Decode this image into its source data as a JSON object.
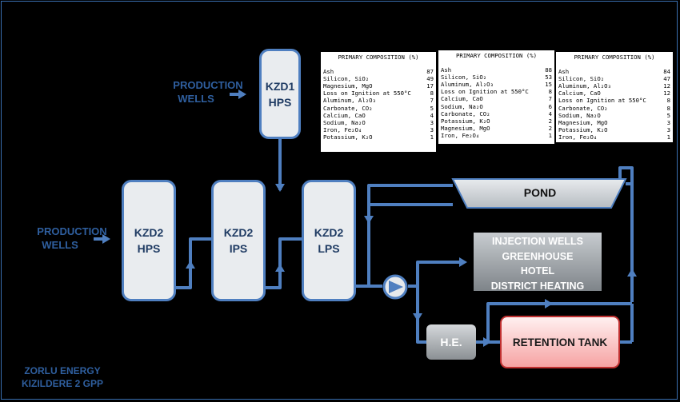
{
  "production_wells_top": {
    "line1": "PRODUCTION",
    "line2": "WELLS"
  },
  "production_wells_left": {
    "line1": "PRODUCTION",
    "line2": "WELLS"
  },
  "kzd1_hps": {
    "line1": "KZD1",
    "line2": "HPS"
  },
  "kzd2_hps": {
    "line1": "KZD2",
    "line2": "HPS"
  },
  "kzd2_ips": {
    "line1": "KZD2",
    "line2": "IPS"
  },
  "kzd2_lps": {
    "line1": "KZD2",
    "line2": "LPS"
  },
  "pond": "POND",
  "destinations": [
    "INJECTION WELLS",
    "GREENHOUSE",
    "HOTEL",
    "DISTRICT HEATING"
  ],
  "heat_exchanger": "H.E.",
  "retention_tank": "RETENTION TANK",
  "company": {
    "line1": "ZORLU ENERGY",
    "line2": "KIZILDERE 2 GPP"
  },
  "composition_tables": [
    {
      "title": "PRIMARY COMPOSITION (%)",
      "rows": [
        {
          "name": "Ash",
          "value": "87"
        },
        {
          "name": "Silicon, SiO₂",
          "value": "49"
        },
        {
          "name": "Magnesium, MgO",
          "value": "17"
        },
        {
          "name": "Loss on Ignition at 550°C",
          "value": "8"
        },
        {
          "name": "Aluminum, Al₂O₃",
          "value": "7"
        },
        {
          "name": "Carbonate, CO₂",
          "value": "5"
        },
        {
          "name": "Calcium, CaO",
          "value": "4"
        },
        {
          "name": "Sodium, Na₂O",
          "value": "3"
        },
        {
          "name": "Iron, Fe₂O₄",
          "value": "3"
        },
        {
          "name": "Potassium, K₂O",
          "value": "1"
        }
      ]
    },
    {
      "title": "PRIMARY COMPOSITION (%)",
      "rows": [
        {
          "name": "Ash",
          "value": "88"
        },
        {
          "name": "Silicon, SiO₂",
          "value": "53"
        },
        {
          "name": "Aluminum, Al₂O₃",
          "value": "15"
        },
        {
          "name": "Loss on Ignition at 550°C",
          "value": "8"
        },
        {
          "name": "Calcium, CaO",
          "value": "7"
        },
        {
          "name": "Sodium, Na₂O",
          "value": "6"
        },
        {
          "name": "Carbonate, CO₂",
          "value": "4"
        },
        {
          "name": "Potassium, K₂O",
          "value": "2"
        },
        {
          "name": "Magnesium, MgO",
          "value": "2"
        },
        {
          "name": "Iron, Fe₂O₄",
          "value": "1"
        }
      ]
    },
    {
      "title": "PRIMARY COMPOSITION (%)",
      "rows": [
        {
          "name": "Ash",
          "value": "84"
        },
        {
          "name": "Silicon, SiO₂",
          "value": "47"
        },
        {
          "name": "Aluminum, Al₂O₃",
          "value": "12"
        },
        {
          "name": "Calcium, CaO",
          "value": "12"
        },
        {
          "name": "Loss on Ignition at 550°C",
          "value": "8"
        },
        {
          "name": "Carbonate, CO₂",
          "value": "8"
        },
        {
          "name": "Sodium, Na₂O",
          "value": "5"
        },
        {
          "name": "Magnesium, MgO",
          "value": "3"
        },
        {
          "name": "Potassium, K₂O",
          "value": "3"
        },
        {
          "name": "Iron, Fe₂O₄",
          "value": "1"
        }
      ]
    }
  ],
  "colors": {
    "pipe": "#4f7fc0",
    "text_blue": "#2f5f9f",
    "vessel_fill": "#e9ecef",
    "tank_border": "#c03030"
  }
}
